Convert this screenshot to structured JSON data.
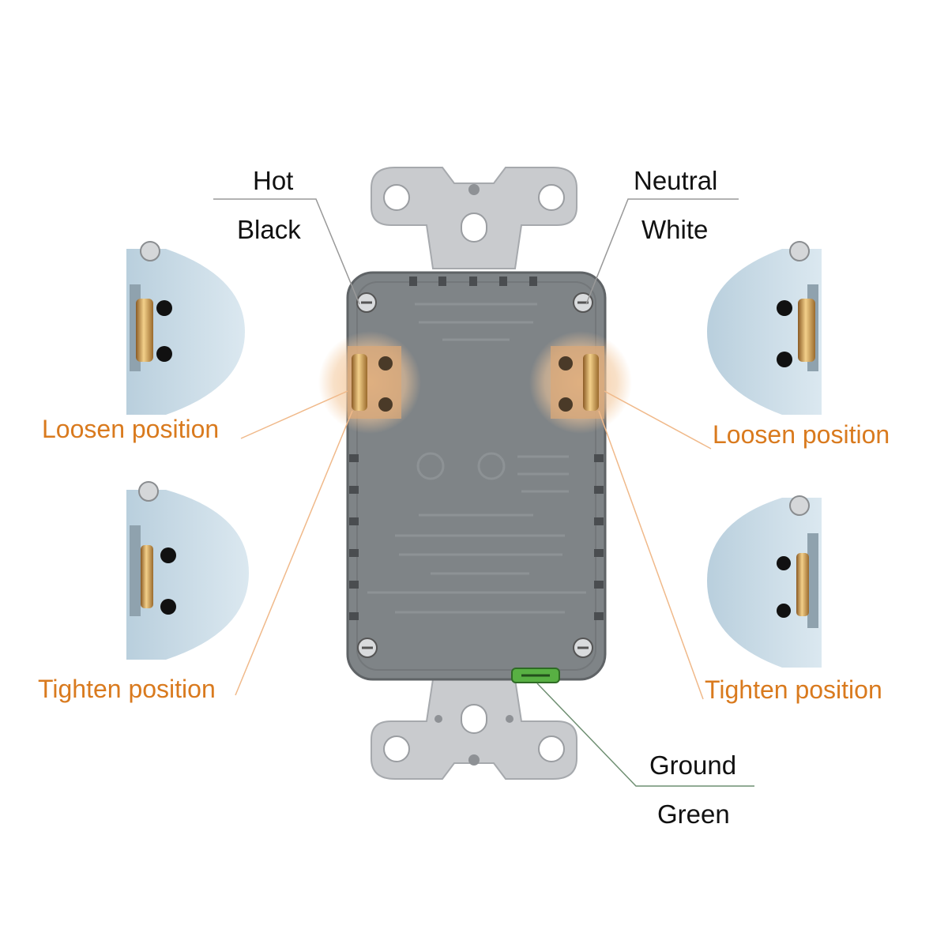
{
  "labels": {
    "hot": "Hot",
    "black": "Black",
    "neutral": "Neutral",
    "white": "White",
    "ground": "Ground",
    "green": "Green",
    "loosen_left": "Loosen position",
    "loosen_right": "Loosen position",
    "tighten_left": "Tighten position",
    "tighten_right": "Tighten position"
  },
  "colors": {
    "body": "#7f8487",
    "body_dark": "#6c7073",
    "strap": "#c9cbce",
    "terminal_cap": "#c9dbe6",
    "highlight": "#f3c79a",
    "accent_text": "#d97a1e",
    "leader_dark": "#999999",
    "leader_orange": "#f0b98a",
    "leader_green": "#6f8f72",
    "ground_screw": "#58b043"
  }
}
